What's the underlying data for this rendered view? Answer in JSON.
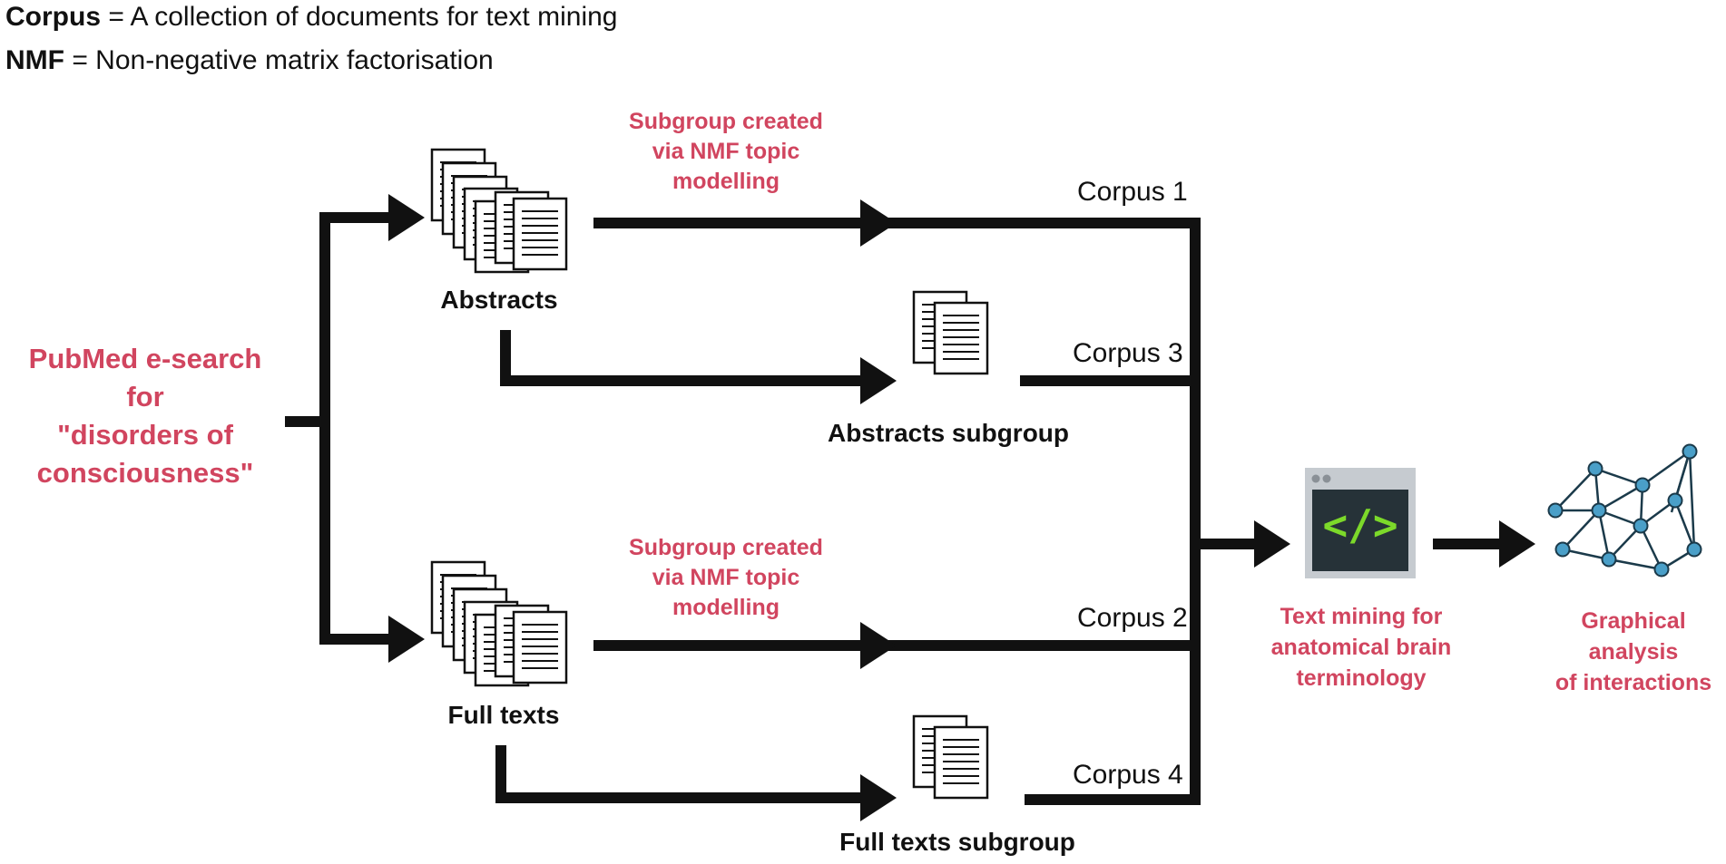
{
  "legend": [
    {
      "term": "Corpus",
      "definition": " = A collection of documents for text mining"
    },
    {
      "term": "NMF",
      "definition": " = Non-negative matrix factorisation"
    }
  ],
  "source": {
    "line1": "PubMed e-search",
    "line2": "for",
    "line3": "\"disorders of",
    "line4": "consciousness\""
  },
  "nodes": {
    "abstracts": "Abstracts",
    "full_texts": "Full texts",
    "abstracts_subgroup": "Abstracts subgroup",
    "full_texts_subgroup": "Full texts subgroup"
  },
  "nmf_note": {
    "line1": "Subgroup created",
    "line2": "via NMF topic",
    "line3": "modelling"
  },
  "corpora": {
    "c1": "Corpus 1",
    "c2": "Corpus 2",
    "c3": "Corpus 3",
    "c4": "Corpus 4"
  },
  "text_mining": {
    "line1": "Text mining for",
    "line2": "anatomical brain",
    "line3": "terminology"
  },
  "graph_analysis": {
    "line1": "Graphical",
    "line2": "analysis",
    "line3": "of interactions"
  },
  "code_symbol": "</>",
  "colors": {
    "accent": "#d1455f",
    "line": "#111111",
    "code_bg": "#263238",
    "code_fg": "#7cd92a",
    "window": "#c6cbd0",
    "node": "#4a9fc8"
  }
}
